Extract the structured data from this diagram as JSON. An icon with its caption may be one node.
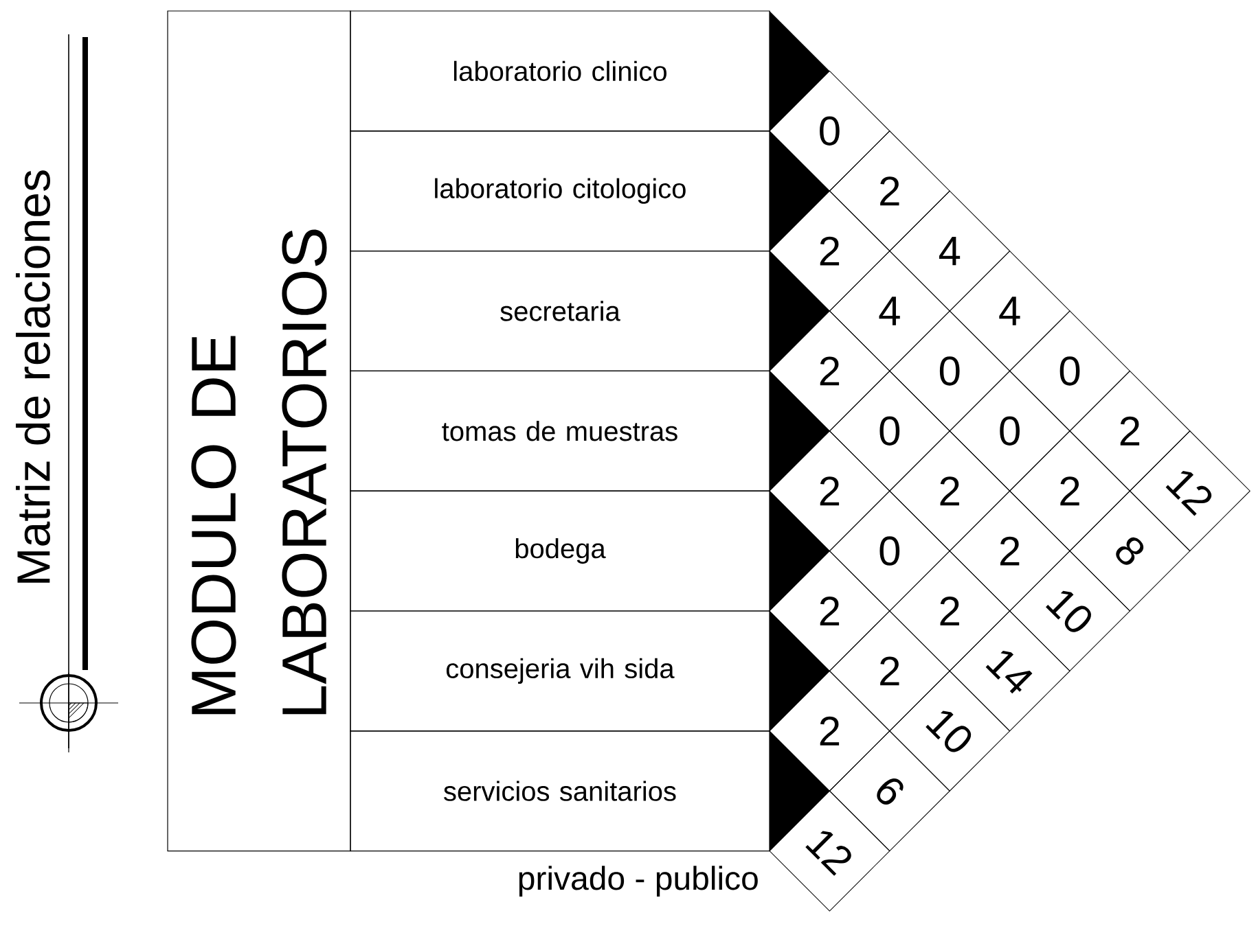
{
  "diagram": {
    "title": "Matriz de relaciones",
    "nodes": [
      {
        "text": [
          "MODULO DE LABORATORIOS"
        ]
      },
      {
        "text": [
          "laboratorio clinico"
        ]
      },
      {
        "text": [
          "laboratorio citologico"
        ]
      },
      {
        "text": [
          "secretaria"
        ]
      },
      {
        "text": [
          "tomas de muestras"
        ]
      },
      {
        "text": [
          "bodega"
        ]
      },
      {
        "text": [
          "consejeria vih sida"
        ]
      },
      {
        "text": [
          "servicios sanitarios"
        ]
      }
    ],
    "labels": [
      "0",
      "2",
      "2",
      "4",
      "4",
      "4",
      "2",
      "0",
      "0",
      "0",
      "0",
      "2",
      "2",
      "2",
      "2",
      "12",
      "0",
      "2",
      "8",
      "2",
      "2",
      "10",
      "2",
      "14",
      "2",
      "10",
      "6",
      "12",
      "privado - publico"
    ]
  }
}
